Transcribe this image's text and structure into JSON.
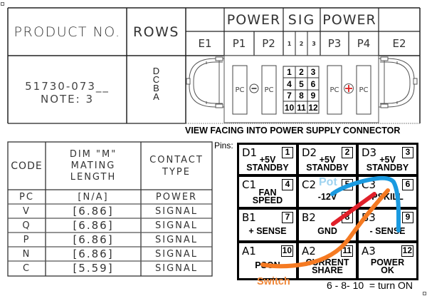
{
  "connector_table": {
    "product_header": "PRODUCT NO.",
    "rows_header": "ROWS",
    "group_headers": [
      "POWER",
      "SIG",
      "POWER"
    ],
    "column_headers": [
      "E1",
      "P1",
      "P2",
      "1",
      "2",
      "3",
      "P3",
      "P4",
      "E2"
    ],
    "product_number": "51730-073__",
    "note": "NOTE: 3",
    "row_letters": [
      "D",
      "C",
      "B",
      "A"
    ],
    "contact_label": "PC",
    "minus_symbol": "−",
    "plus_symbol": "+",
    "signal_grid": [
      [
        "1",
        "2",
        "3"
      ],
      [
        "4",
        "5",
        "6"
      ],
      [
        "7",
        "8",
        "9"
      ],
      [
        "10",
        "11",
        "12"
      ]
    ],
    "caption": "VIEW FACING INTO POWER SUPPLY CONNECTOR",
    "accent_color": "#dd2222"
  },
  "dimension_table": {
    "headers": [
      "CODE",
      "DIM \"M\"\nMATING\nLENGTH",
      "CONTACT\nTYPE"
    ],
    "header_lines": {
      "code": [
        "CODE"
      ],
      "dim": [
        "DIM \"M\"",
        "MATING",
        "LENGTH"
      ],
      "type": [
        "CONTACT",
        "TYPE"
      ]
    },
    "rows": [
      {
        "code": "PC",
        "length": "[N/A]",
        "type": "POWER"
      },
      {
        "code": "V",
        "length": "[6.86]",
        "type": "SIGNAL"
      },
      {
        "code": "Q",
        "length": "[6.86]",
        "type": "SIGNAL"
      },
      {
        "code": "P",
        "length": "[6.86]",
        "type": "SIGNAL"
      },
      {
        "code": "N",
        "length": "[6.86]",
        "type": "SIGNAL"
      },
      {
        "code": "C",
        "length": "[5.59]",
        "type": "SIGNAL"
      }
    ]
  },
  "pins": {
    "label": "Pins:",
    "cells": [
      {
        "row": "D1",
        "num": "1",
        "func": [
          "+5V",
          "STANDBY"
        ]
      },
      {
        "row": "D2",
        "num": "2",
        "func": [
          "+5V",
          "STANDBY"
        ]
      },
      {
        "row": "D3",
        "num": "3",
        "func": [
          "+5V",
          "STANDBY"
        ]
      },
      {
        "row": "C1",
        "num": "4",
        "func": [
          "FAN",
          "SPEED"
        ]
      },
      {
        "row": "C2",
        "num": "5",
        "func": [
          "-12V"
        ]
      },
      {
        "row": "C3",
        "num": "6",
        "func": [
          "PSKILL"
        ]
      },
      {
        "row": "B1",
        "num": "7",
        "func": [
          "+ SENSE"
        ]
      },
      {
        "row": "B2",
        "num": "8",
        "func": [
          "GND"
        ]
      },
      {
        "row": "B3",
        "num": "9",
        "func": [
          "- SENSE"
        ]
      },
      {
        "row": "A1",
        "num": "10",
        "func": [
          "PSON"
        ]
      },
      {
        "row": "A2",
        "num": "11",
        "func": [
          "CURRENT",
          "SHARE"
        ]
      },
      {
        "row": "A3",
        "num": "12",
        "func": [
          "POWER",
          "OK"
        ]
      }
    ]
  },
  "annotations": {
    "pot_label": "Pot",
    "switch_label": "Switch",
    "turn_on_note": "6 - 8- 10  = turn ON",
    "wire_colors": {
      "pot": "#1a9ae0",
      "red": "#e0202a",
      "switch": "#f57a22",
      "pot_label_color": "#9fd3f0",
      "switch_label_color": "#f0883a"
    }
  }
}
